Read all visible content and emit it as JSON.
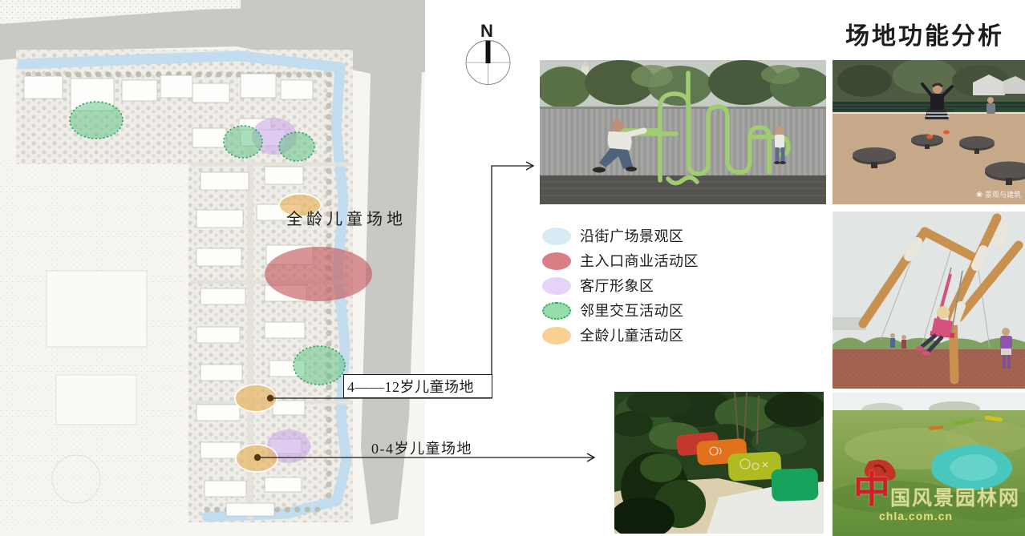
{
  "title": "场地功能分析",
  "compass": {
    "label": "N"
  },
  "plan": {
    "labels": {
      "all_ages": "全龄儿童场地",
      "age_4_12": "4——12岁儿童场地",
      "age_0_4": "0-4岁儿童场地"
    },
    "zones": [
      "neighborhood_interaction",
      "neighborhood_interaction",
      "living_room_image",
      "neighborhood_interaction",
      "all_ages_children",
      "main_entrance_commercial",
      "neighborhood_interaction",
      "all_ages_children",
      "living_room_image",
      "all_ages_children"
    ],
    "zone_colors": {
      "street_plaza": "#d6ecf5",
      "main_entrance_commercial": "#d97f83",
      "living_room_image": "#e7d2f8",
      "neighborhood_interaction": "#97dcab",
      "all_ages_children": "#fad193",
      "water": "#bfdcef",
      "road": "#c9c8c4"
    }
  },
  "legend": {
    "items": [
      {
        "label": "沿街广场景观区",
        "color": "#d6ecf5",
        "border": "none"
      },
      {
        "label": "主入口商业活动区",
        "color": "#d97f83",
        "border": "none"
      },
      {
        "label": "客厅形象区",
        "color": "#e7d2f8",
        "border": "none"
      },
      {
        "label": "邻里交互活动区",
        "color": "#97dcab",
        "border": "dotted-green"
      },
      {
        "label": "全龄儿童活动区",
        "color": "#fad193",
        "border": "none"
      }
    ]
  },
  "photos": [
    {
      "name": "green-pipe-play-sculpture",
      "description": "man and boy playing on a green tubular play sculpture on a wooden deck"
    },
    {
      "name": "spinning-disc-steppers",
      "description": "girl stepping across dark disc platforms on tan paving, benches and trees behind"
    },
    {
      "name": "timber-pole-swing-structure",
      "description": "girl on a swing hung from crossed timber poles with white joints, red rubber ground"
    },
    {
      "name": "colorful-curved-play-walls",
      "description": "red, orange, lime and green curved play walls among dense foliage"
    },
    {
      "name": "grass-mound-slides",
      "description": "grassy mounds with a red slide and a blue pond-shaped play feature"
    }
  ],
  "watermarks": {
    "photo2": {
      "icon": "camera-logo-icon",
      "text": "景观与建筑"
    },
    "photo5": {
      "logo_char": "中",
      "text": "国风景园林网",
      "url": "chla.com.cn"
    }
  }
}
